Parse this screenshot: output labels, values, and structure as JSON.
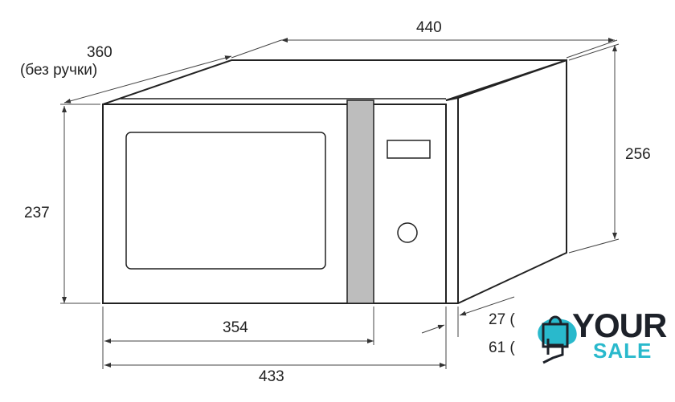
{
  "dimensions": {
    "width_total": "440",
    "depth": "360",
    "depth_note": "(без ручки)",
    "height_total": "256",
    "height_front": "237",
    "width_door": "354",
    "width_front": "433",
    "handle_depth_1": "27 (",
    "handle_depth_2": "61 ("
  },
  "logo": {
    "line1": "YOUR",
    "line2": "SALE"
  },
  "colors": {
    "line": "#222222",
    "strip": "#bdbdbd",
    "brand_teal": "#29b9cc",
    "brand_dark": "#1d2129"
  }
}
